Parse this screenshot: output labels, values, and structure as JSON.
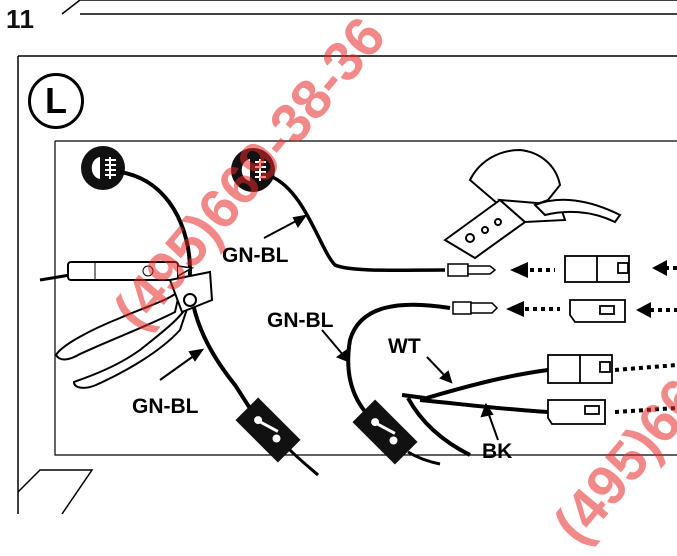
{
  "step_number": "11",
  "panel_letter": "L",
  "labels": {
    "gn_bl_1": "GN-BL",
    "gn_bl_2": "GN-BL",
    "gn_bl_3": "GN-BL",
    "wt": "WT",
    "bk": "BK"
  },
  "watermark": "(495)669-38-36",
  "colors": {
    "line": "#000000",
    "watermark": "#e62828"
  }
}
